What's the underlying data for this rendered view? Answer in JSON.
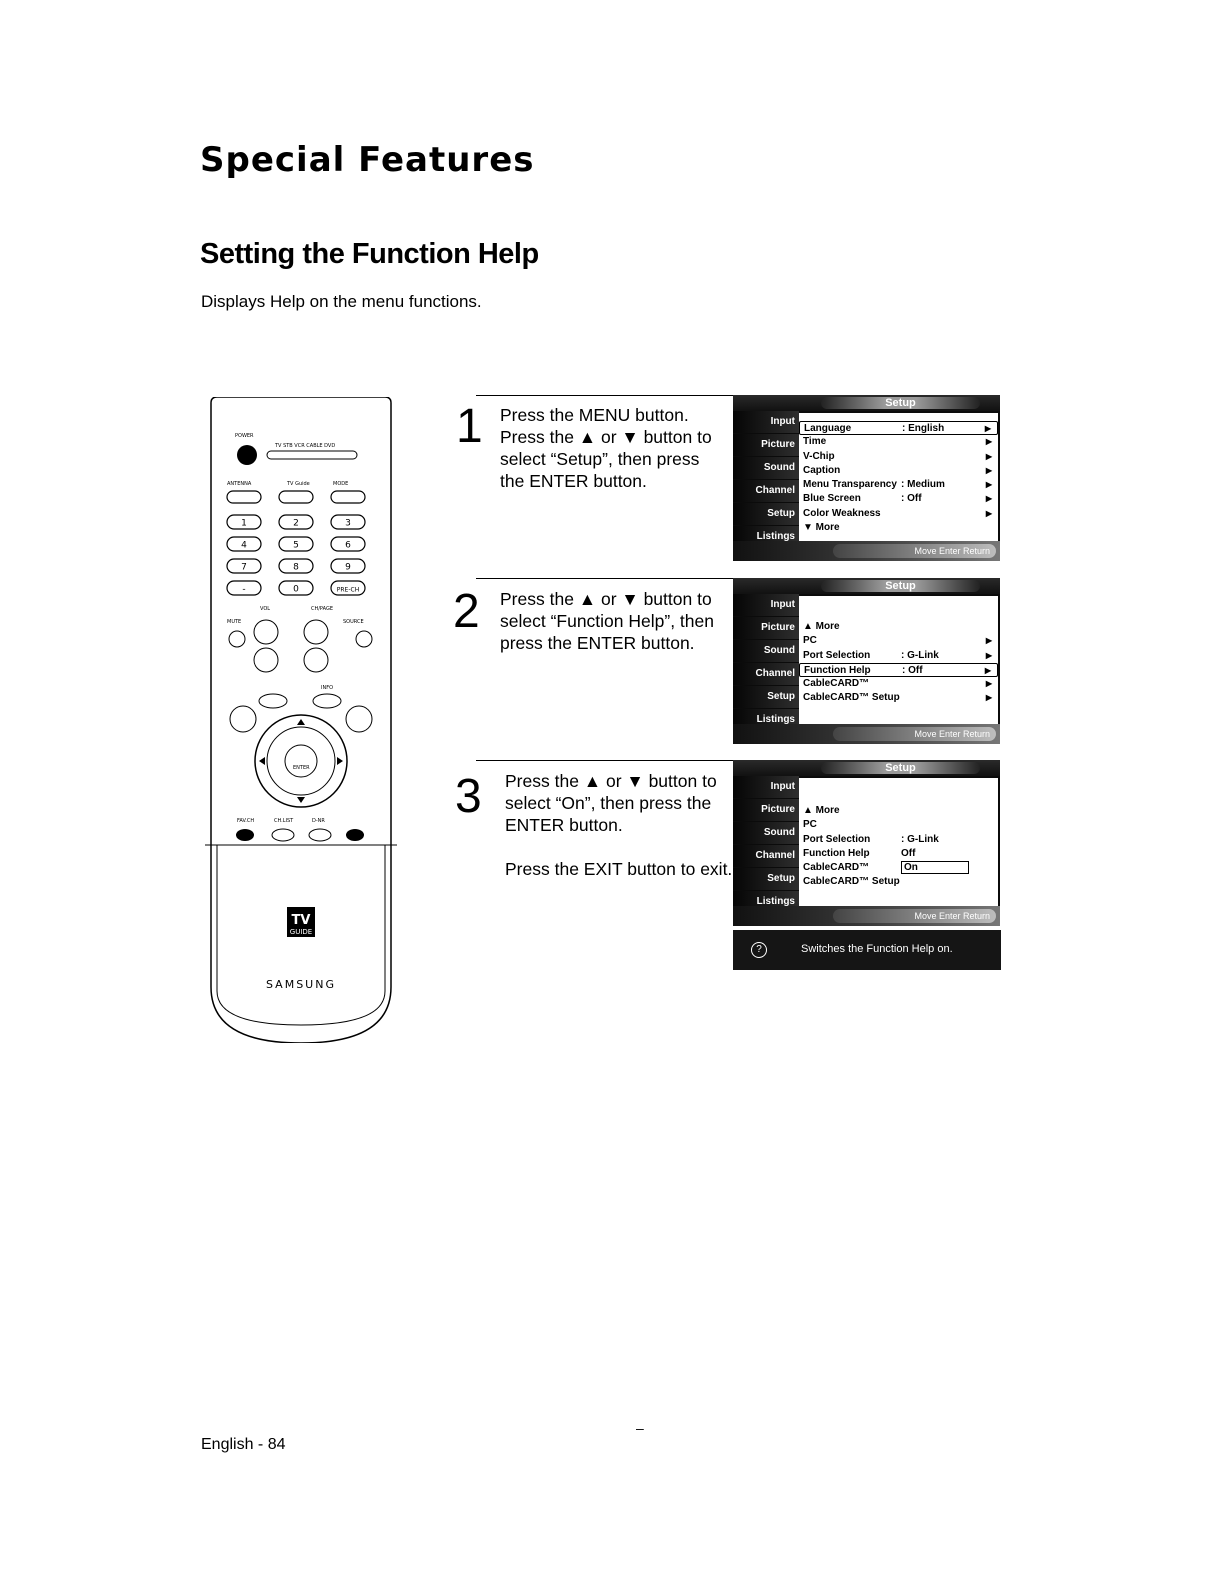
{
  "header": {
    "section_title": "Special Features",
    "sub_title": "Setting the Function Help",
    "intro": "Displays Help on the menu functions."
  },
  "remote": {
    "power": "POWER",
    "source_row": "TV  STB  VCR  CABLE  DVD",
    "antenna": "ANTENNA",
    "tvguide": "TV Guide",
    "mode": "MODE",
    "numbers": [
      "1",
      "2",
      "3",
      "4",
      "5",
      "6",
      "7",
      "8",
      "9",
      "-",
      "0",
      "PRE-CH"
    ],
    "vol": "VOL",
    "ch": "CH/PAGE",
    "mute": "MUTE",
    "source": "SOURCE",
    "info": "INFO",
    "enter": "ENTER",
    "fav": "FAV.CH",
    "ch_list": "CH.LIST",
    "dnr": "D-NR",
    "logo_tv": "TV",
    "logo_guide": "GUIDE",
    "brand": "SAMSUNG"
  },
  "steps": [
    {
      "num": "1",
      "lines": [
        "Press the MENU button.",
        "Press the ▲ or ▼ button to",
        "select “Setup”, then press",
        "the ENTER button."
      ]
    },
    {
      "num": "2",
      "lines": [
        "Press the ▲ or ▼ button to",
        "select “Function Help”, then",
        "press the ENTER button."
      ]
    },
    {
      "num": "3",
      "lines": [
        "Press the ▲ or ▼ button to",
        "select “On”, then press the",
        "ENTER button."
      ],
      "extra": "Press the EXIT button to exit."
    }
  ],
  "menu": {
    "title": "Setup",
    "side": [
      "Input",
      "Picture",
      "Sound",
      "Channel",
      "Setup",
      "Listings"
    ],
    "bottom": "Move  Enter  Return",
    "screen1": [
      {
        "label": "Language",
        "value": ": English",
        "arrow": "▶"
      },
      {
        "label": "Time",
        "value": "",
        "arrow": "▶"
      },
      {
        "label": "V-Chip",
        "value": "",
        "arrow": "▶"
      },
      {
        "label": "Caption",
        "value": "",
        "arrow": "▶"
      },
      {
        "label": "Menu Transparency",
        "value": ": Medium",
        "arrow": "▶"
      },
      {
        "label": "Blue Screen",
        "value": ": Off",
        "arrow": "▶"
      },
      {
        "label": "Color Weakness",
        "value": "",
        "arrow": "▶"
      },
      {
        "label": "▼ More",
        "value": "",
        "arrow": ""
      }
    ],
    "screen2": [
      {
        "label": "▲ More",
        "value": "",
        "arrow": ""
      },
      {
        "label": "PC",
        "value": "",
        "arrow": "▶"
      },
      {
        "label": "Port Selection",
        "value": ": G-Link",
        "arrow": "▶"
      },
      {
        "label": "Function Help",
        "value": ": Off",
        "arrow": "▶"
      },
      {
        "label": "CableCARD™",
        "value": "",
        "arrow": "▶"
      },
      {
        "label": "CableCARD™ Setup",
        "value": "",
        "arrow": "▶"
      }
    ],
    "screen3": [
      {
        "label": "▲ More",
        "value": ""
      },
      {
        "label": "PC",
        "value": ""
      },
      {
        "label": "Port Selection",
        "value": ": G-Link"
      },
      {
        "label": "Function Help",
        "value": "Off"
      },
      {
        "label": "CableCARD™",
        "value": "On"
      },
      {
        "label": "CableCARD™ Setup",
        "value": ""
      }
    ],
    "help_icon": "?",
    "help_text": "Switches the Function Help on."
  },
  "footer": {
    "page": "English - 84",
    "dash": "–"
  }
}
